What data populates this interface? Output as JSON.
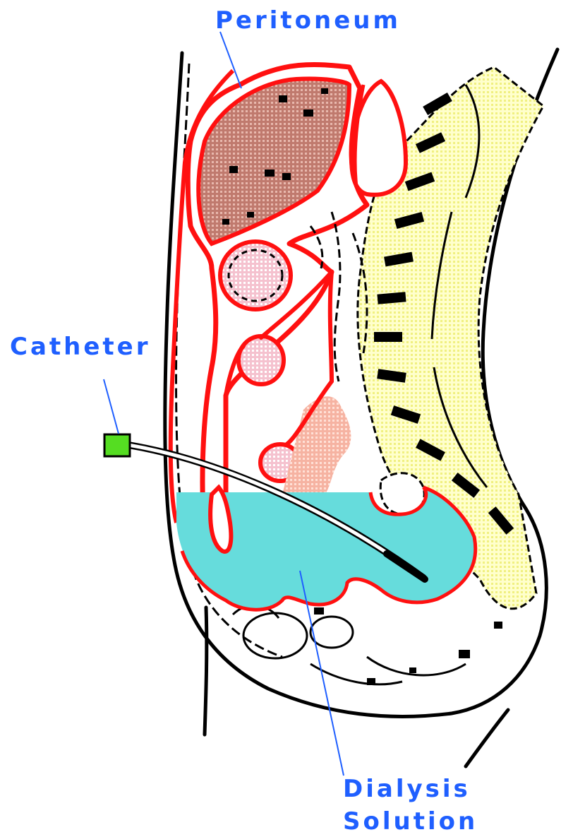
{
  "labels": {
    "peritoneum": "Peritoneum",
    "catheter": "Catheter",
    "dialysis_line1": "Dialysis",
    "dialysis_line2": "Solution"
  },
  "colors": {
    "label_blue": "#1f5fff",
    "peritoneum_red": "#ff1010",
    "liver_brown": "#b86a5c",
    "organ_pink": "#f2b6c6",
    "uterus_salmon": "#f4a996",
    "dialysis_cyan": "#66dcdc",
    "catheter_port_green": "#55dd22",
    "spine_yellow": "#ffffbb",
    "outline_black": "#000000"
  },
  "icons": {
    "catheter_port": "green-square-port"
  }
}
